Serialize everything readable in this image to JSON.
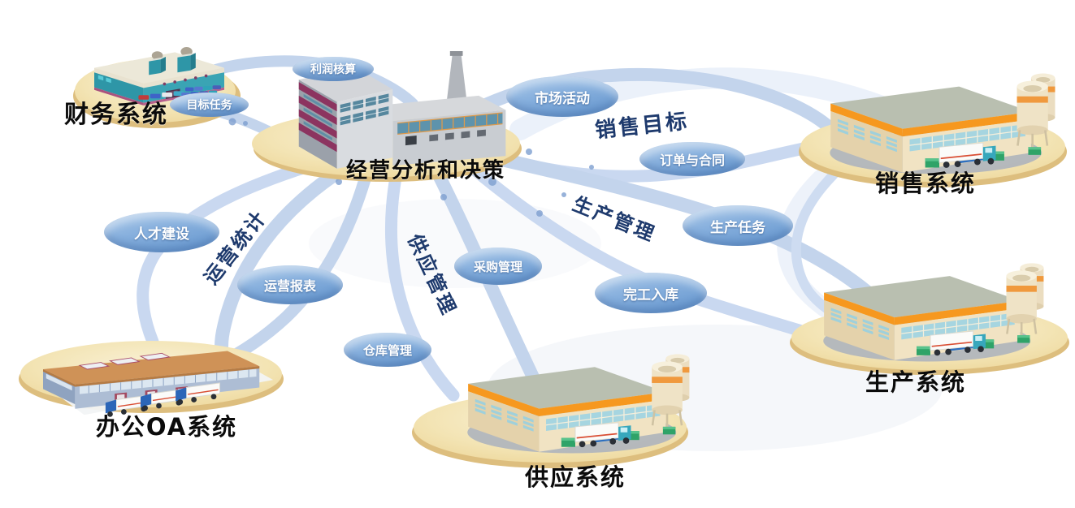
{
  "diagram": {
    "description_center": "经营分析和决策",
    "background": "#FFFFFF"
  },
  "systems": [
    {
      "id": "finance",
      "label": "财务系统"
    },
    {
      "id": "decision",
      "label": "经营分析和决策"
    },
    {
      "id": "sales",
      "label": "销售系统"
    },
    {
      "id": "production",
      "label": "生产系统"
    },
    {
      "id": "supply",
      "label": "供应系统"
    },
    {
      "id": "office_oa",
      "label": "办公OA系统"
    }
  ],
  "bubbles": [
    {
      "id": "profit_accounting",
      "label": "利润核算",
      "from": "decision",
      "to": "finance"
    },
    {
      "id": "target_tasks",
      "label": "目标任务",
      "from": "finance",
      "to": "decision"
    },
    {
      "id": "market_activities",
      "label": "市场活动",
      "from": "decision",
      "to": "sales"
    },
    {
      "id": "orders_contracts",
      "label": "订单与合同",
      "from": "sales",
      "to": "decision"
    },
    {
      "id": "production_tasks",
      "label": "生产任务",
      "from": "decision",
      "to": "production"
    },
    {
      "id": "finished_warehousing",
      "label": "完工入库",
      "from": "production",
      "to": "decision"
    },
    {
      "id": "procurement_mgmt",
      "label": "采购管理",
      "from": "decision",
      "to": "supply"
    },
    {
      "id": "warehouse_mgmt",
      "label": "仓库管理",
      "from": "supply",
      "to": "decision"
    },
    {
      "id": "talent_development",
      "label": "人才建设",
      "from": "decision",
      "to": "office_oa"
    },
    {
      "id": "operation_reports",
      "label": "运营报表",
      "from": "office_oa",
      "to": "decision"
    }
  ],
  "flow_labels": [
    {
      "id": "sales_target",
      "label": "销售目标",
      "between": [
        "decision",
        "sales"
      ]
    },
    {
      "id": "production_mgmt",
      "label": "生产管理",
      "between": [
        "decision",
        "production"
      ]
    },
    {
      "id": "operation_statistics",
      "label": "运营统计",
      "between": [
        "decision",
        "office_oa"
      ]
    },
    {
      "id": "supply_mgmt",
      "label": "供应管理",
      "between": [
        "decision",
        "supply"
      ]
    }
  ],
  "colors": {
    "platform": "#F0DFA8",
    "platform_rim": "#DDBE7E",
    "ribbon": "#C3D4EC",
    "bubble_top": "#AECBEA",
    "bubble_bottom": "#6193CC",
    "flow_text": "#1E3A6D",
    "system_text": "#0B0B0B",
    "background": "#FFFFFF"
  }
}
